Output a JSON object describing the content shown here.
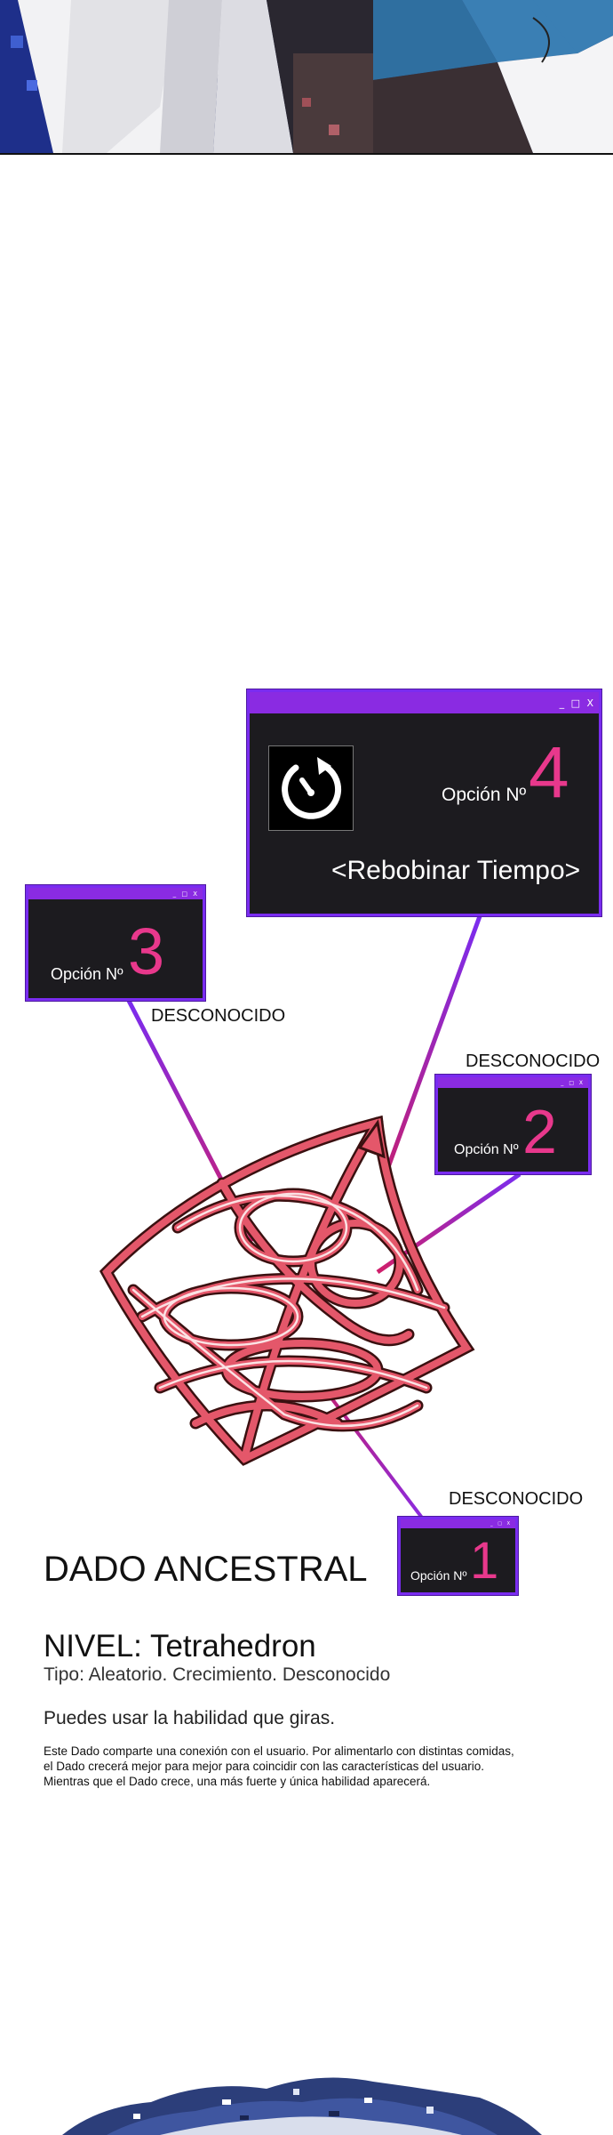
{
  "dice": {
    "options": [
      {
        "label": "Opción Nº",
        "number": "4",
        "ability": "<Rebobinar Tiempo>",
        "icon": "rewind-clock-icon"
      },
      {
        "label": "Opción Nº",
        "number": "3",
        "status": "DESCONOCIDO"
      },
      {
        "label": "Opción Nº",
        "number": "2",
        "status": "DESCONOCIDO"
      },
      {
        "label": "Opción Nº",
        "number": "1",
        "status": "DESCONOCIDO"
      }
    ],
    "window_controls": "_ □ X"
  },
  "item": {
    "title": "DADO ANCESTRAL",
    "level": "NIVEL: Tetrahedron",
    "type": "Tipo: Aleatorio. Crecimiento. Desconocido",
    "usage": "Puedes usar la habilidad que giras.",
    "description": [
      "Este Dado comparte una conexión con el usuario. Por alimentarlo con distintas comidas,",
      "el Dado crecerá mejor para mejor para coincidir con las características del usuario.",
      "Mientras que el Dado crece, una más fuerte y única habilidad aparecerá."
    ]
  },
  "colors": {
    "window_frame": "#7a2cf0",
    "window_body": "#1c1b1f",
    "number_accent": "#e8388c",
    "dice_red": "#e4576a"
  }
}
